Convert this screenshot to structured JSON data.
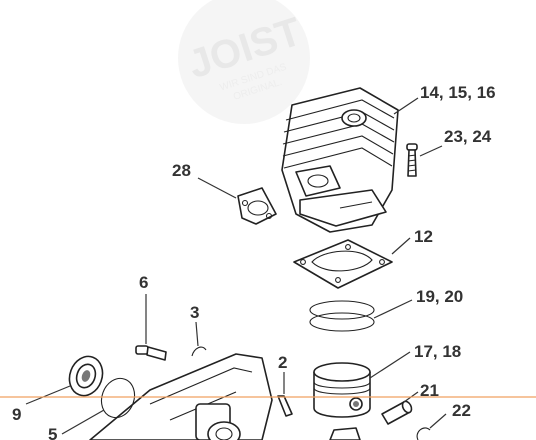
{
  "watermark": {
    "brand": "JOIST",
    "tagline_1": "WIR SIND DAS",
    "tagline_2": "ORIGINAL."
  },
  "callouts": {
    "c14_15_16": "14, 15, 16",
    "c23_24": "23, 24",
    "c28": "28",
    "c12": "12",
    "c6": "6",
    "c3": "3",
    "c19_20": "19, 20",
    "c17_18": "17, 18",
    "c2": "2",
    "c21": "21",
    "c22": "22",
    "c9": "9",
    "c5": "5"
  },
  "colors": {
    "divider_line": "#f0a060",
    "line_art": "#222222",
    "labels": "#333333"
  }
}
